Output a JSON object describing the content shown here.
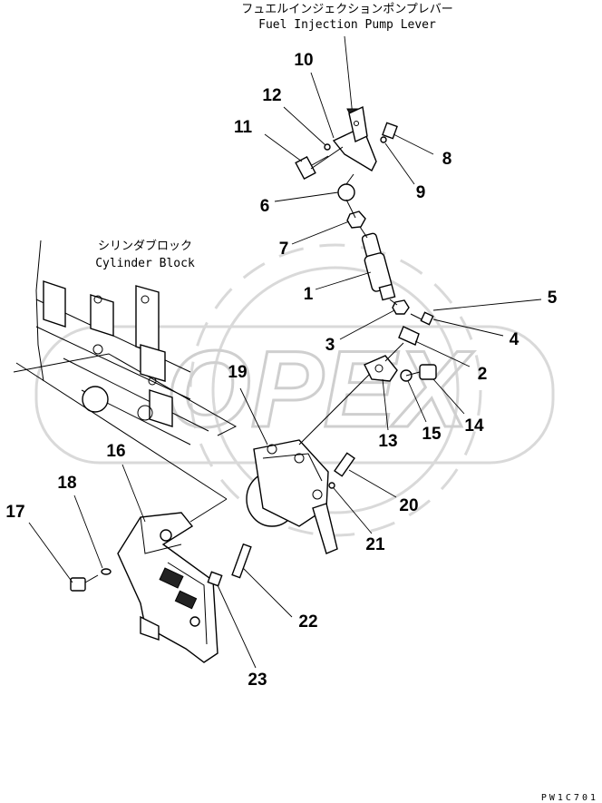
{
  "captions": {
    "pump_lever_jp": "フュエルインジェクションポンプレバー",
    "pump_lever_en": "Fuel Injection Pump Lever",
    "cylinder_block_jp": "シリンダブロック",
    "cylinder_block_en": "Cylinder Block"
  },
  "watermark": "OPEX",
  "callouts": [
    "1",
    "2",
    "3",
    "4",
    "5",
    "6",
    "7",
    "8",
    "9",
    "10",
    "11",
    "12",
    "13",
    "14",
    "15",
    "16",
    "17",
    "18",
    "19",
    "20",
    "21",
    "22",
    "23"
  ],
  "drawing_code": "PW1C701"
}
